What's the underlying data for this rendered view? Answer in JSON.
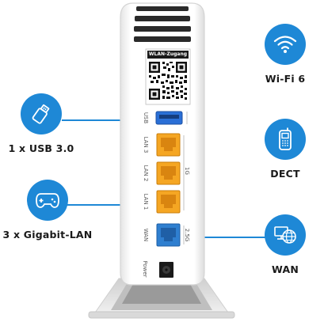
{
  "features": {
    "usb": {
      "label": "1 x USB 3.0",
      "icon": "usb-stick-icon"
    },
    "lan": {
      "label": "3 x Gigabit-LAN",
      "icon": "gamepad-icon"
    },
    "wifi": {
      "label": "Wi-Fi 6",
      "icon": "wifi-icon"
    },
    "dect": {
      "label": "DECT",
      "icon": "cordless-phone-icon"
    },
    "wan": {
      "label": "WAN",
      "icon": "globe-network-icon"
    }
  },
  "device": {
    "qr_header": "WLAN-Zugang",
    "port_usb": "USB",
    "port_lan3": "LAN 3",
    "port_lan2": "LAN 2",
    "port_lan1": "LAN 1",
    "port_wan": "WAN",
    "port_power": "Power",
    "lan_speed": "1G",
    "wan_speed": "2.5G"
  },
  "colors": {
    "accent": "#1e88d6",
    "lan_port": "#f5a623",
    "wan_port": "#2f7fd0",
    "usb_port": "#2a6fd6"
  }
}
